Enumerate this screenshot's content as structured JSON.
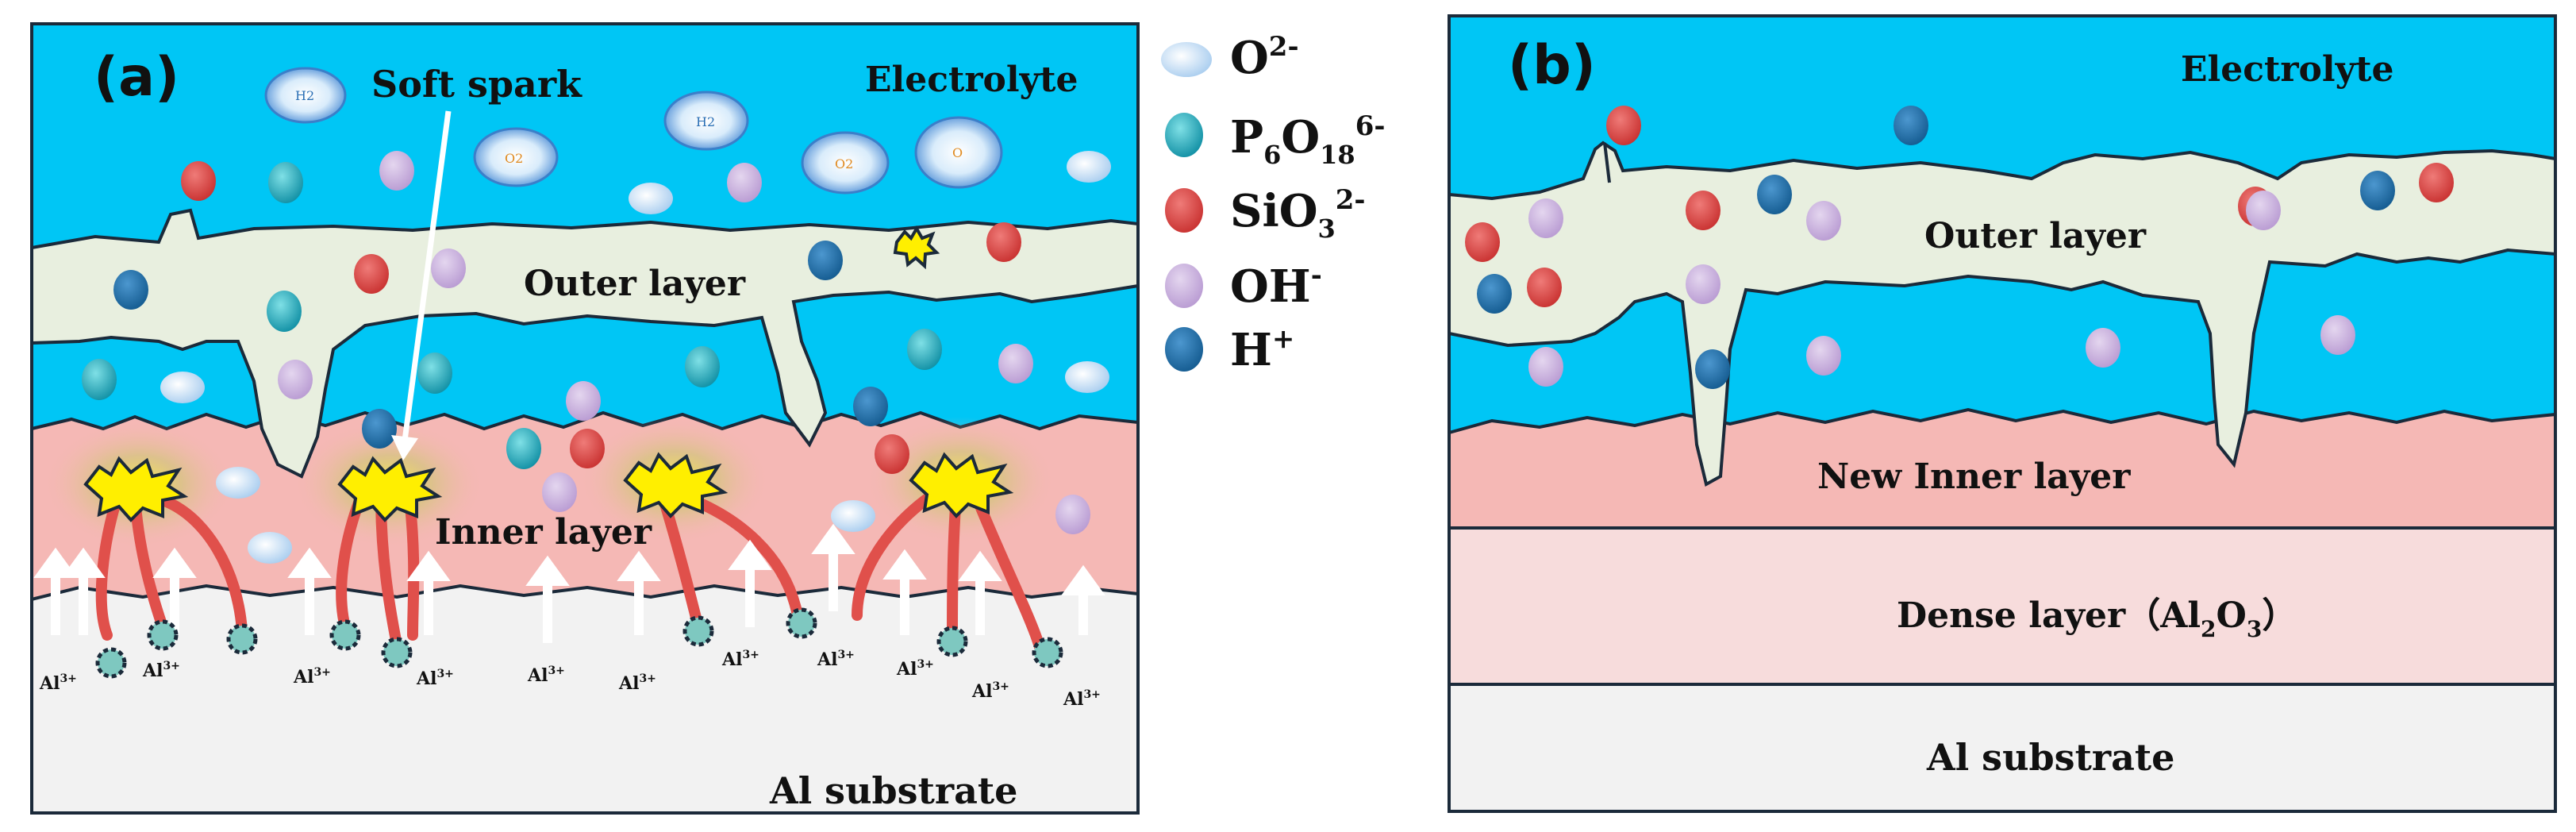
{
  "panel_a": {
    "letter": "(a)",
    "electrolyte": "Electrolyte",
    "soft_spark": "Soft spark",
    "outer_layer": "Outer layer",
    "inner_layer": "Inner layer",
    "substrate": "Al substrate",
    "ion_label_base": "Al",
    "ion_label_sup": "3+",
    "bubble_labels": [
      "H2",
      "O2",
      "H2",
      "O2",
      "O"
    ]
  },
  "panel_b": {
    "letter": "(b)",
    "electrolyte": "Electrolyte",
    "outer_layer": "Outer layer",
    "new_inner_layer": "New Inner layer",
    "dense_layer_prefix": "Dense layer（Al",
    "dense_sub1": "2",
    "dense_mid": "O",
    "dense_sub2": "3",
    "dense_suffix": "）",
    "substrate": "Al substrate"
  },
  "legend": {
    "o2": {
      "base": "O",
      "sup": "2-"
    },
    "p6o18": {
      "p": "P",
      "s1": "6",
      "o": "O",
      "s2": "18",
      "sup": "6-"
    },
    "sio3": {
      "base": "SiO",
      "sub": "3",
      "sup": "2-"
    },
    "oh": {
      "base": "OH",
      "sup": "-"
    },
    "h": {
      "base": "H",
      "sup": "+"
    }
  },
  "colors": {
    "electrolyte": "#00c6f5",
    "outer_layer": "#e8efdf",
    "inner_layer": "#f5b8b5",
    "dense_layer": "#f7dcdc",
    "substrate": "#f2f2f2",
    "o2_ion": "#bcd9f3",
    "p6o18_ion": "#1faec0",
    "sio3_ion": "#d9413f",
    "oh_ion": "#c6aedb",
    "h_ion": "#1f6ea9",
    "spark": "#ffef00",
    "channel": "#e0504b"
  }
}
